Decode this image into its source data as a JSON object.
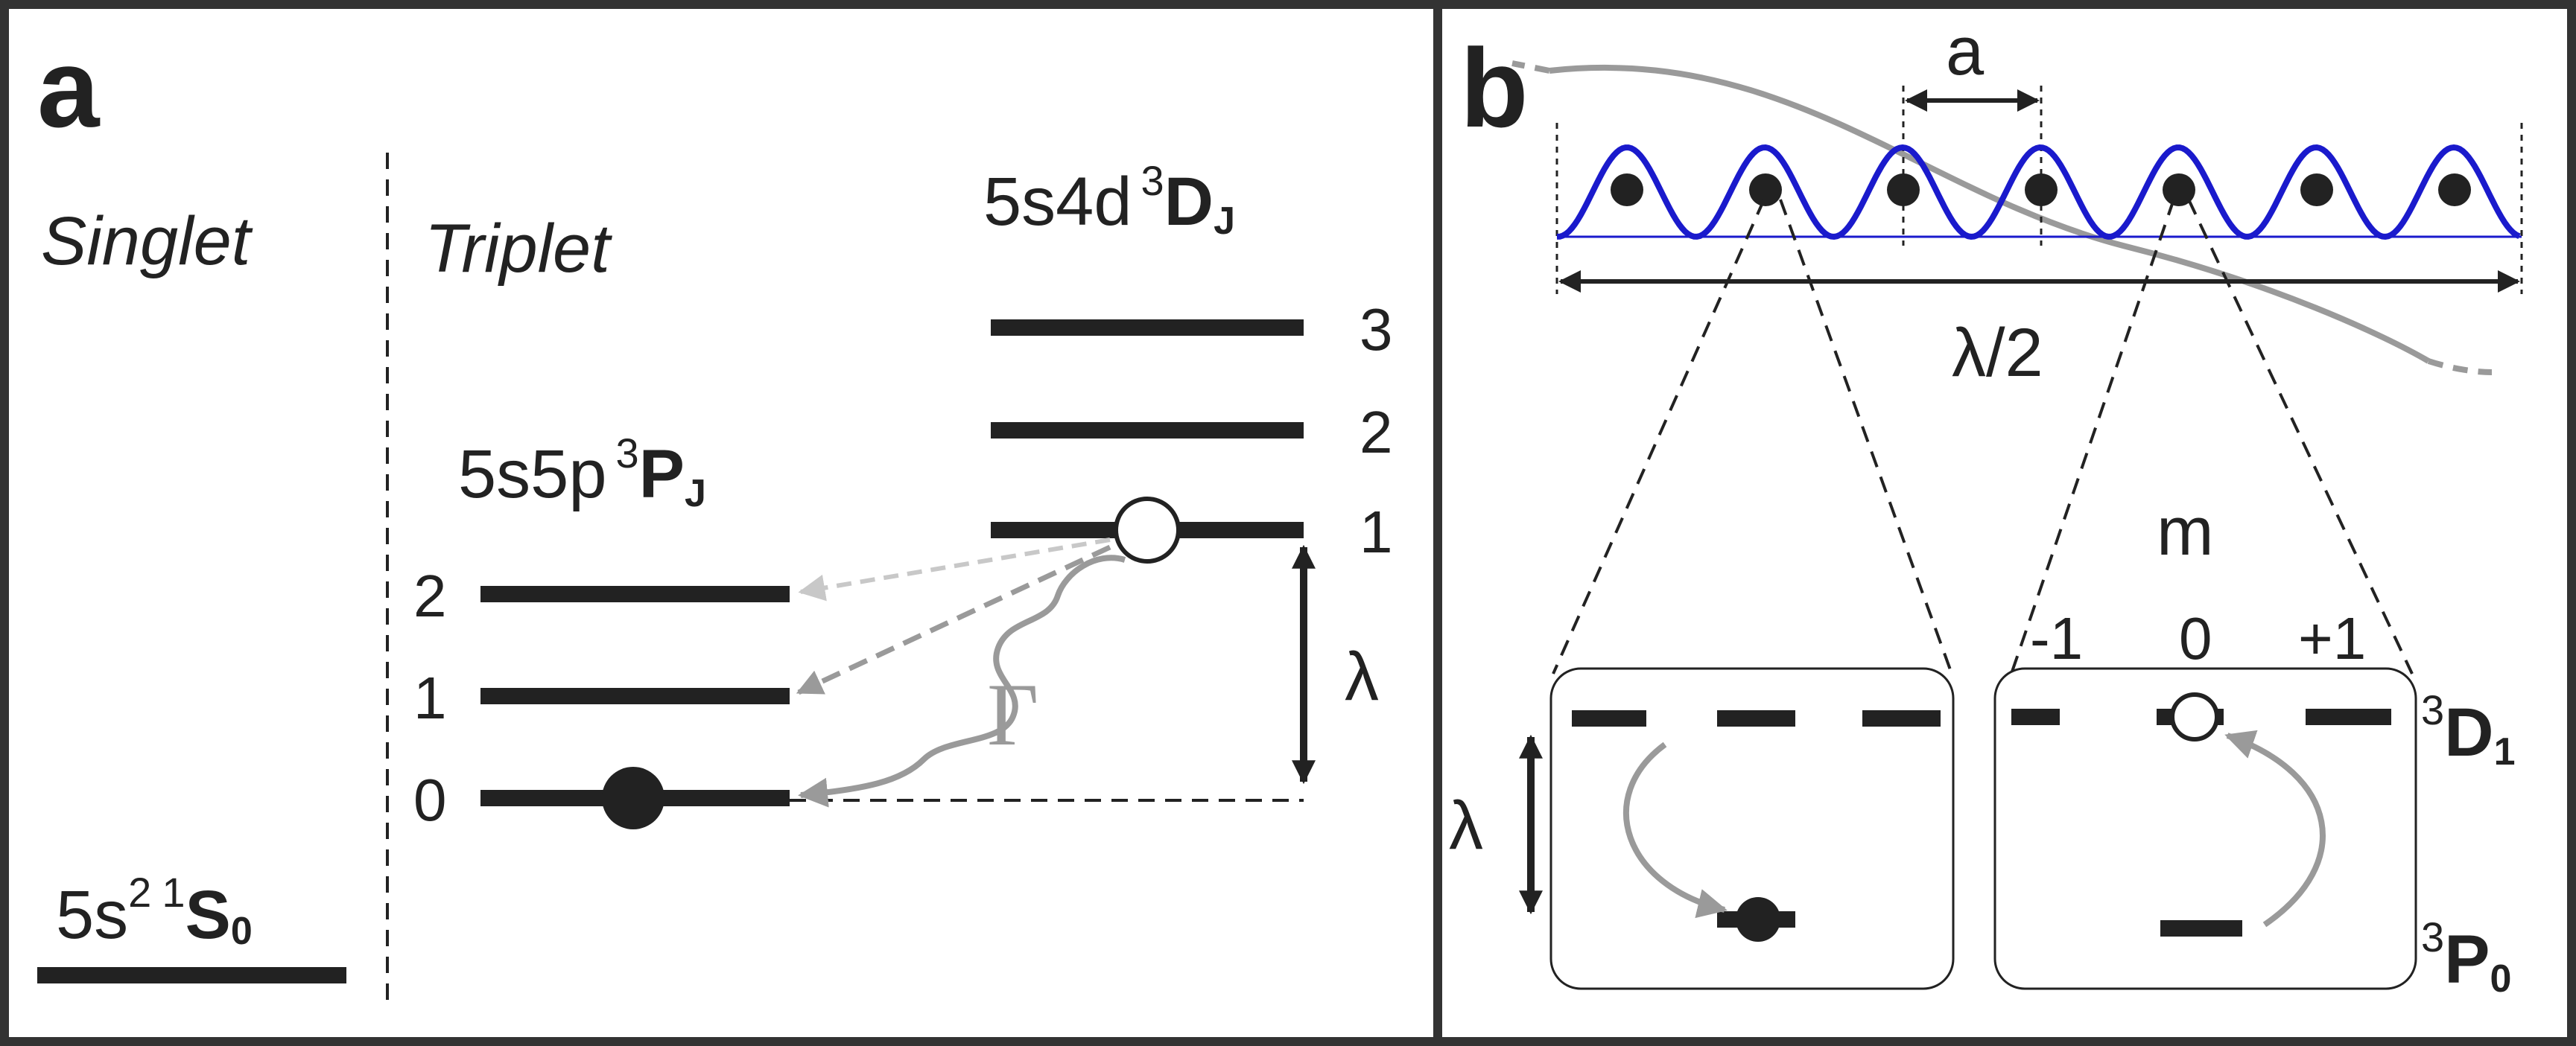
{
  "colors": {
    "ink": "#222222",
    "lattice": "#1a1acc",
    "grey": "#9a9a9a",
    "decay_light": "#c8c8c8"
  },
  "panel_a": {
    "letter": "a",
    "singlet": "Singlet",
    "triplet": "Triplet",
    "ground": {
      "base": "5s",
      "sup1": "2",
      "sup2": "1",
      "term": "S",
      "sub": "0"
    },
    "p_state": {
      "base": "5s5p",
      "sup": "3",
      "term": "P",
      "sub": "J"
    },
    "d_state": {
      "base": "5s4d",
      "sup": "3",
      "term": "D",
      "sub": "J"
    },
    "p_levels": [
      "2",
      "1",
      "0"
    ],
    "d_levels": [
      "3",
      "2",
      "1"
    ],
    "lambda": "λ",
    "gamma": "Γ"
  },
  "panel_b": {
    "letter": "b",
    "spacing": "a",
    "half_wavelength": "λ/2",
    "m_label": "m",
    "m_values": [
      "-1",
      "0",
      "+1"
    ],
    "lambda": "λ",
    "d1": {
      "sup": "3",
      "term": "D",
      "sub": "1"
    },
    "p0": {
      "sup": "3",
      "term": "P",
      "sub": "0"
    }
  }
}
